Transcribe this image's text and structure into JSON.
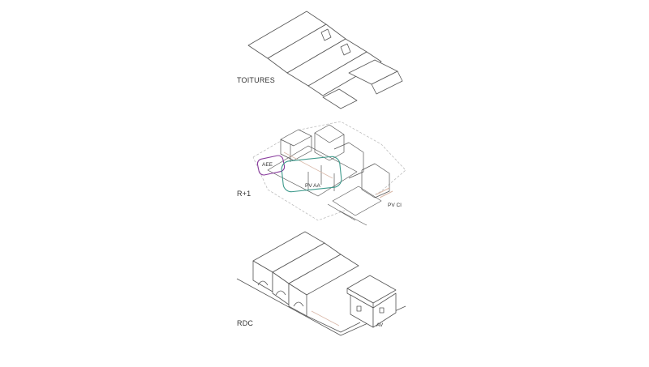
{
  "levels": [
    {
      "id": "roofs",
      "label": "TOITURES"
    },
    {
      "id": "upper",
      "label": "R+1"
    },
    {
      "id": "ground",
      "label": "RDC"
    }
  ],
  "zones": {
    "aee": "AEE",
    "pv_aa": "PV AA",
    "pv_ci": "PV CI",
    "av": "AV"
  },
  "colors": {
    "line": "#555555",
    "light_line": "#b5b5b5",
    "aee_outline": "#8a3d9e",
    "pv_aa_outline": "#3e9a8c",
    "accent_floor": "#d9b8a8"
  }
}
